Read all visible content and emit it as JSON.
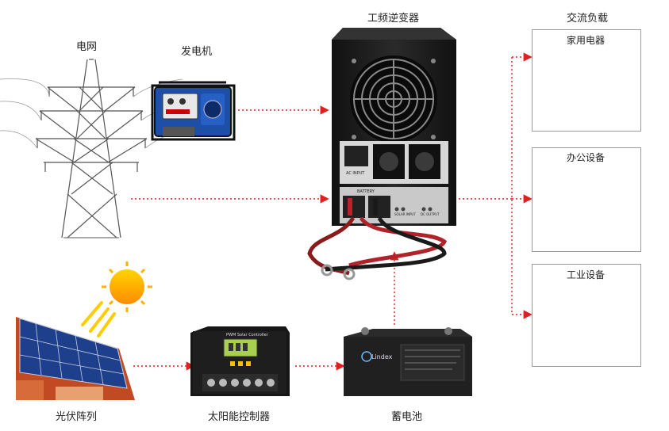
{
  "labels": {
    "grid": "电网",
    "generator": "发电机",
    "inverter": "工频逆变器",
    "ac_load": "交流负载",
    "home_appliances": "家用电器",
    "office_equipment": "办公设备",
    "industrial_equipment": "工业设备",
    "pv_array": "光伏阵列",
    "solar_controller": "太阳能控制器",
    "battery": "蓄电池"
  },
  "device_text": {
    "ac_input": "AC INPUT",
    "battery": "BATTERY",
    "solar_input": "SOLAR INPUT",
    "dc_output": "DC OUTPUT",
    "controller_brand": "PWM Solar Controller",
    "battery_brand": "Lindex"
  },
  "colors": {
    "connector_line": "#e02020",
    "box_border": "#9a9a9a",
    "inverter_body": "#1c1c1c"
  }
}
